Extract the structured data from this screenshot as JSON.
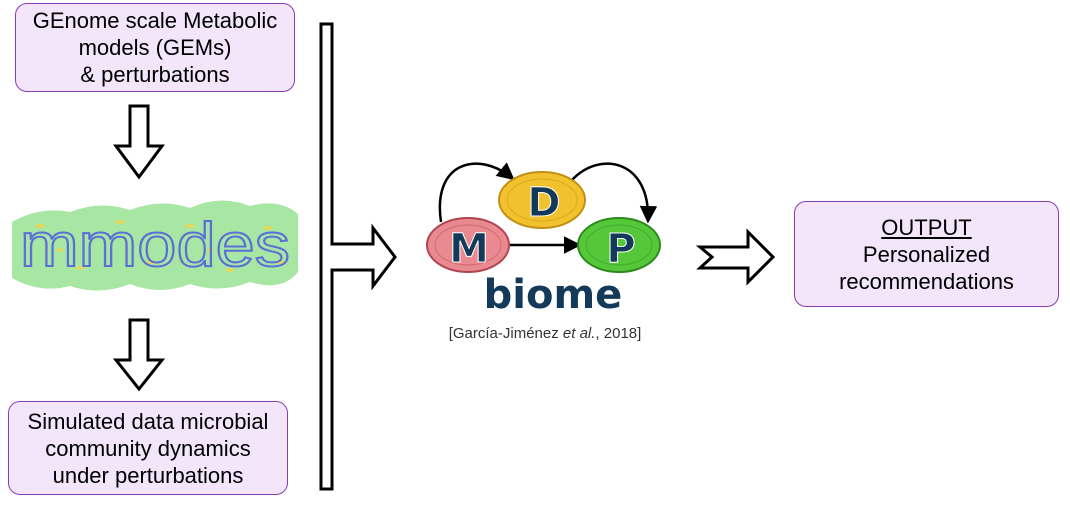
{
  "input_box": {
    "lines": [
      "GEnome scale Metabolic",
      "models (GEMs)",
      "& perturbations"
    ]
  },
  "simulation_box": {
    "lines": [
      "Simulated data microbial",
      "community dynamics",
      "under perturbations"
    ]
  },
  "output_box": {
    "title": "OUTPUT",
    "lines": [
      "Personalized",
      "recommendations"
    ]
  },
  "mmodes_logo": {
    "text": "mmodes"
  },
  "mdp_logo": {
    "nodes": {
      "m": "M",
      "d": "D",
      "p": "P"
    },
    "wordmark": "biome",
    "colors": {
      "m": "#e88a8f",
      "d": "#f2c12e",
      "p": "#55c83a",
      "text": "#143a5a"
    }
  },
  "citation": {
    "prefix": "[García-Jiménez ",
    "italic": "et al.",
    "suffix": ", 2018]"
  },
  "colors": {
    "box_fill": "#f3e6fb",
    "box_border": "#8a3cb0",
    "mmodes_blob": "#a8e6a3",
    "mmodes_text": "#5b6fd6"
  }
}
